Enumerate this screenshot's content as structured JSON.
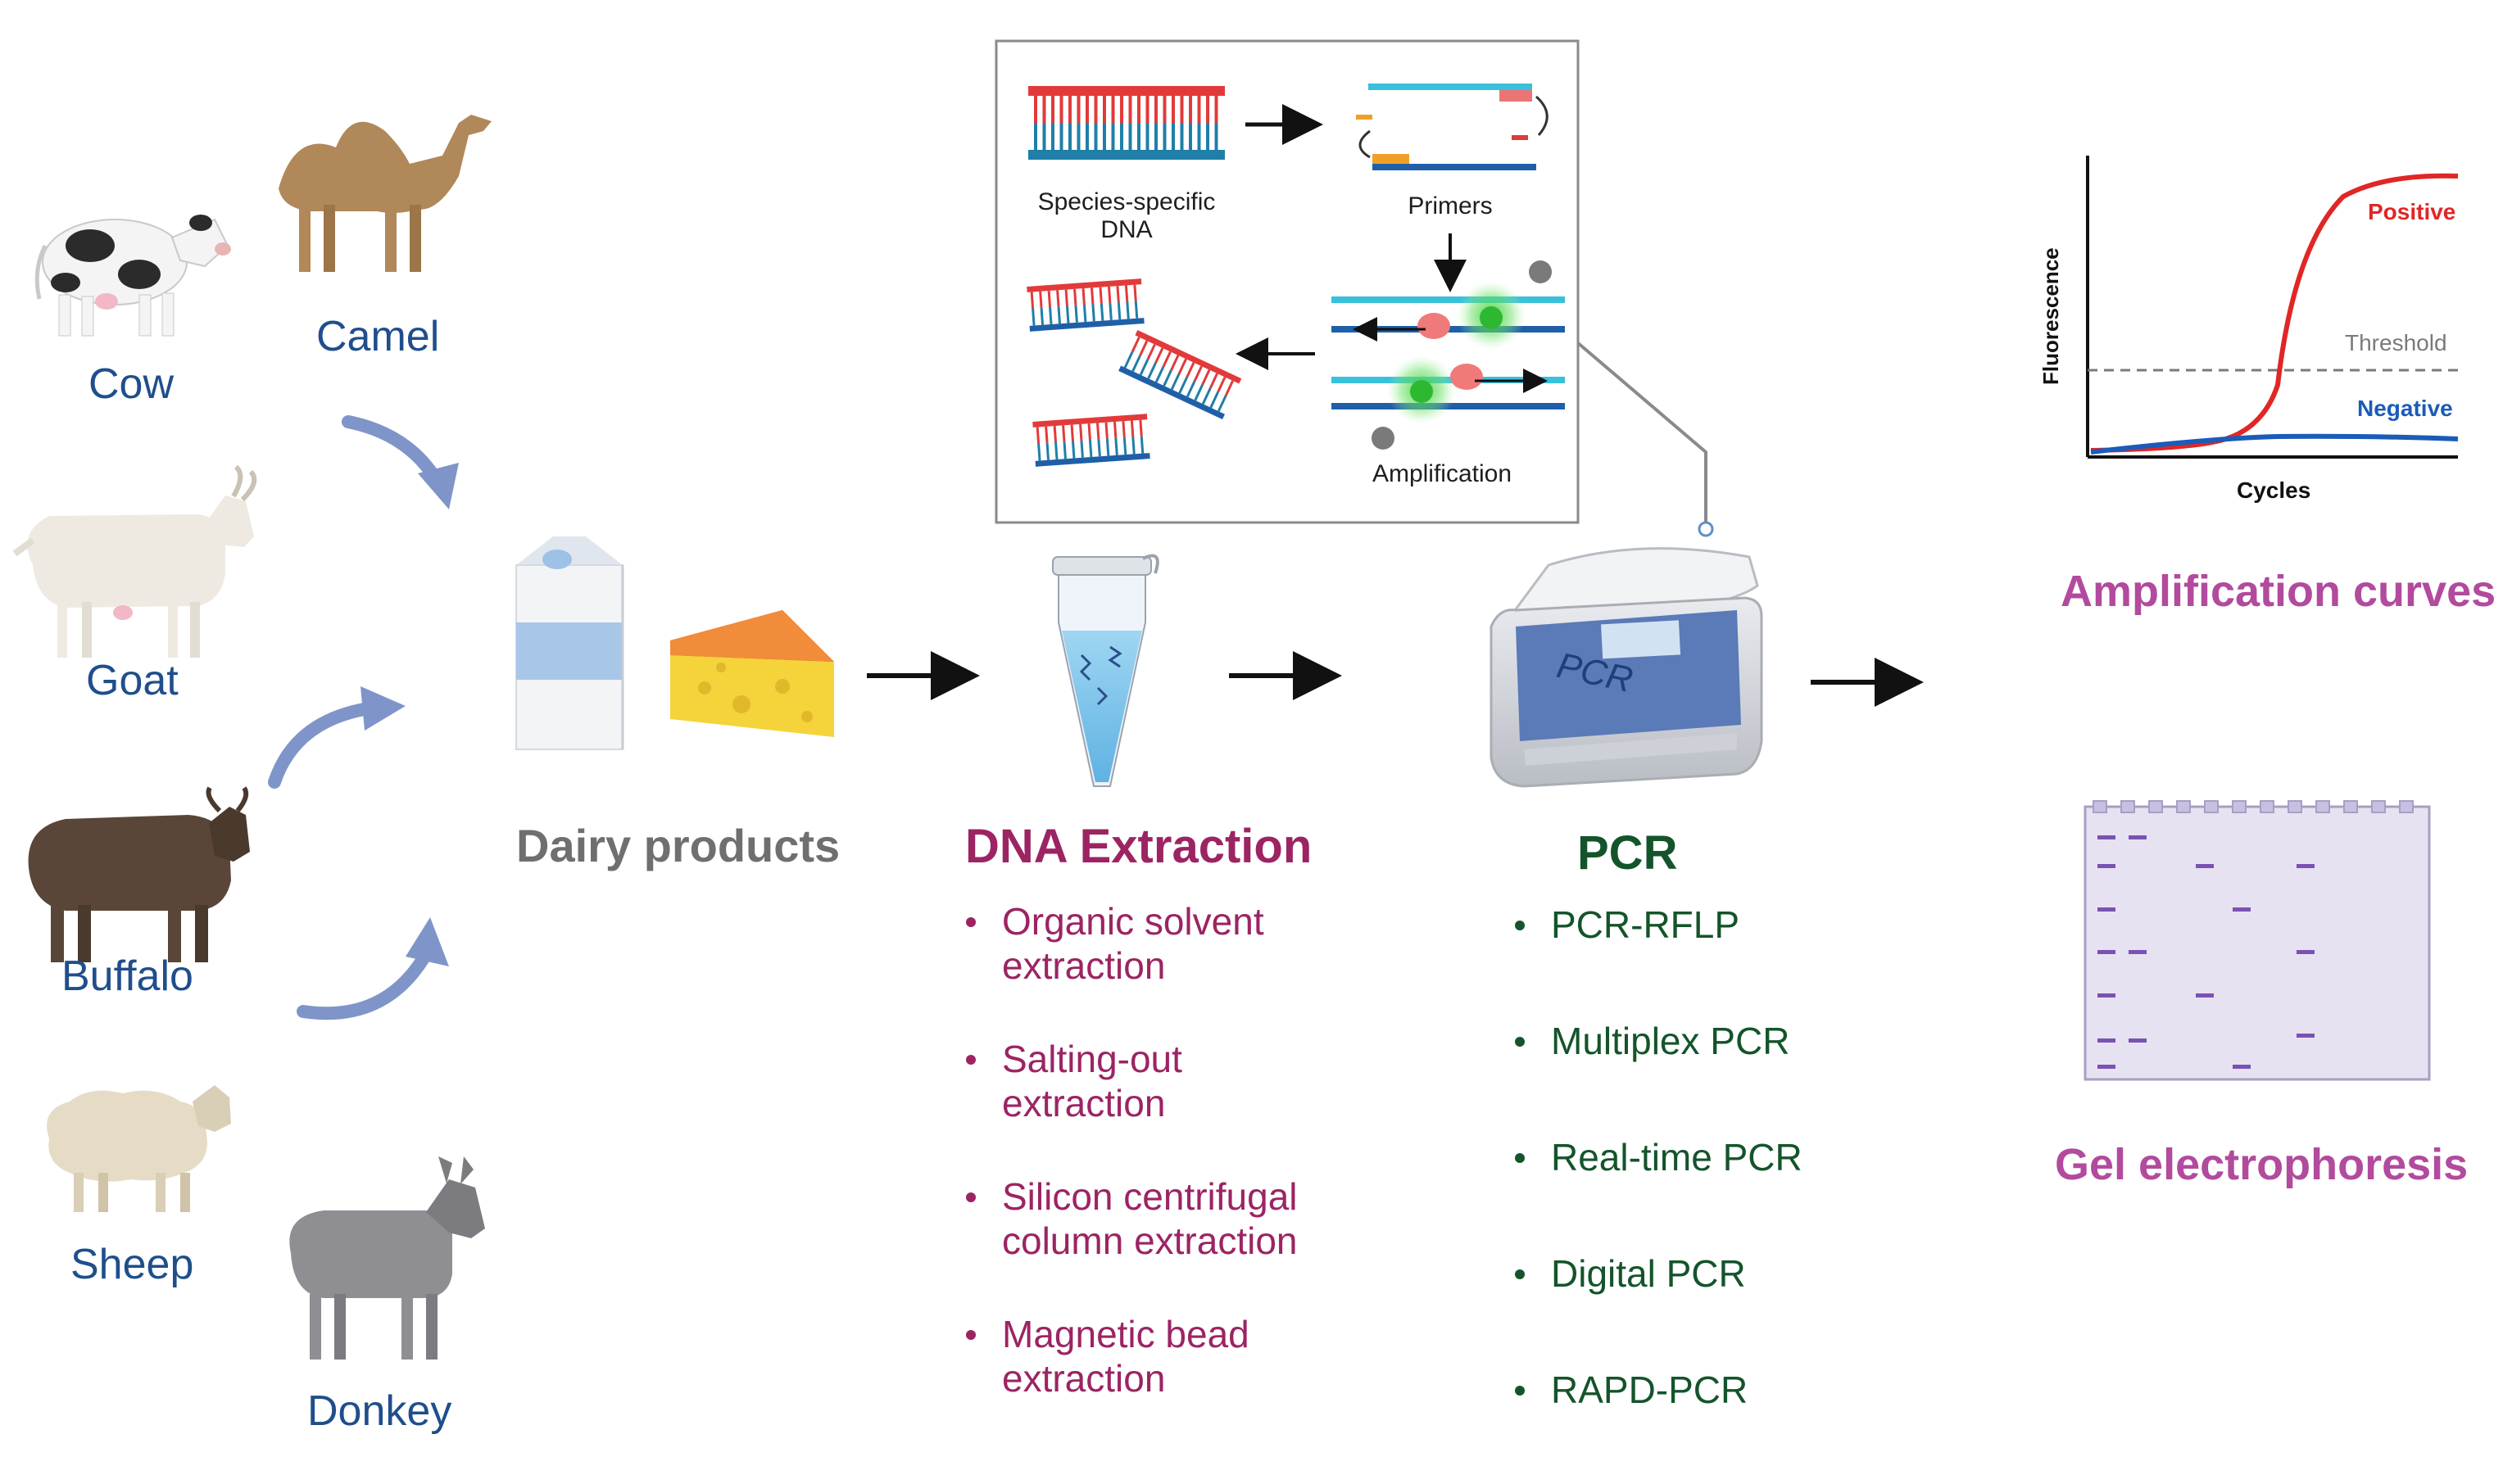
{
  "colors": {
    "animal_text": "#1f4e8c",
    "dna_extraction": "#9c2463",
    "pcr": "#14542b",
    "results": "#b24a9e",
    "dairy": "#6f6f6f",
    "positive_curve": "#e02626",
    "negative_curve": "#1a5cb8",
    "threshold": "#7a7a7a",
    "flow_arrow": "#7f95c9"
  },
  "animals": [
    {
      "label": "Cow",
      "icon": "cow-icon"
    },
    {
      "label": "Camel",
      "icon": "camel-icon"
    },
    {
      "label": "Goat",
      "icon": "goat-icon"
    },
    {
      "label": "Buffalo",
      "icon": "buffalo-icon"
    },
    {
      "label": "Sheep",
      "icon": "sheep-icon"
    },
    {
      "label": "Donkey",
      "icon": "donkey-icon"
    }
  ],
  "dairy": {
    "label": "Dairy products"
  },
  "dna_extraction": {
    "title": "DNA Extraction",
    "methods": [
      "Organic solvent extraction",
      "Salting-out extraction",
      "Silicon centrifugal column extraction",
      "Magnetic bead extraction"
    ]
  },
  "pcr": {
    "title": "PCR",
    "device_label": "PCR",
    "methods": [
      "PCR-RFLP",
      "Multiplex PCR",
      "Real-time PCR",
      "Digital PCR",
      "RAPD-PCR"
    ]
  },
  "inset": {
    "dna_label_line1": "Species-specific",
    "dna_label_line2": "DNA",
    "primers_label": "Primers",
    "amplification_label": "Amplification"
  },
  "amplification_chart": {
    "ylabel": "Fluorescence",
    "xlabel": "Cycles",
    "positive_label": "Positive",
    "threshold_label": "Threshold",
    "negative_label": "Negative"
  },
  "results": {
    "amplification_title": "Amplification curves",
    "gel_title": "Gel electrophoresis"
  }
}
